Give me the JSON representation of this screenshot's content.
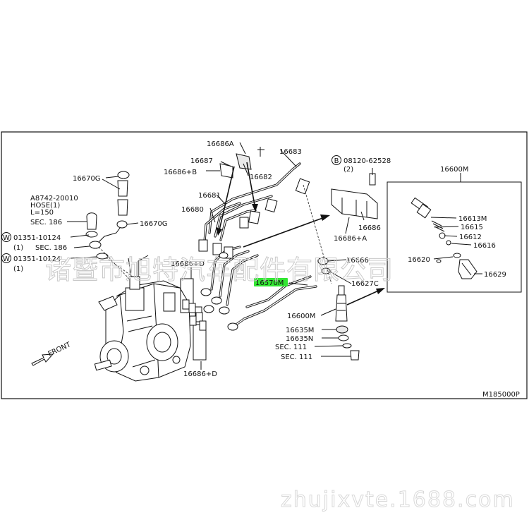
{
  "diagram": {
    "callouts": {
      "c16686A": "16686A",
      "c16683": "16683",
      "c16687": "16687",
      "c16686B": "16686+B",
      "c16682": "16682",
      "c16681": "16681",
      "c16680": "16680",
      "c16670G_top": "16670G",
      "cA8742": "A8742-20010",
      "cHose": "HOSE(1)",
      "cL150": "L=150",
      "cSec186a": "SEC. 186",
      "c16670G_mid": "16670G",
      "cW1": "01351-10124",
      "cW1q": "(1)",
      "cSec186b": "SEC. 186",
      "cW2": "01351-10124",
      "cW2q": "(1)",
      "cBolt": "08120-62528",
      "cBoltQ": "(2)",
      "c16686": "16686",
      "c16686A2": "16686+A",
      "c16666": "16666",
      "c16627C": "16627C",
      "c16570M": "16570M",
      "c16600Mb": "16600M",
      "c16686D_top": "16686+D",
      "c16686D_bot": "16686+D",
      "c16635M": "16635M",
      "c16635N": "16635N",
      "cSec111a": "SEC. 111",
      "cSec111b": "SEC. 111",
      "c16600M": "16600M",
      "c16613M": "16613M",
      "c16615": "16615",
      "c16612": "16612",
      "c16616": "16616",
      "c16620": "16620",
      "c16629": "16629",
      "cFront": "FRONT",
      "cRef": "M185000P",
      "circB": "B",
      "circW1": "W",
      "circW2": "W"
    },
    "highlight_color": "#33e633",
    "watermark_text": "诸暨市旭特汽车配件有限公司",
    "footer_watermark": "zhujixvte.1688.com"
  }
}
